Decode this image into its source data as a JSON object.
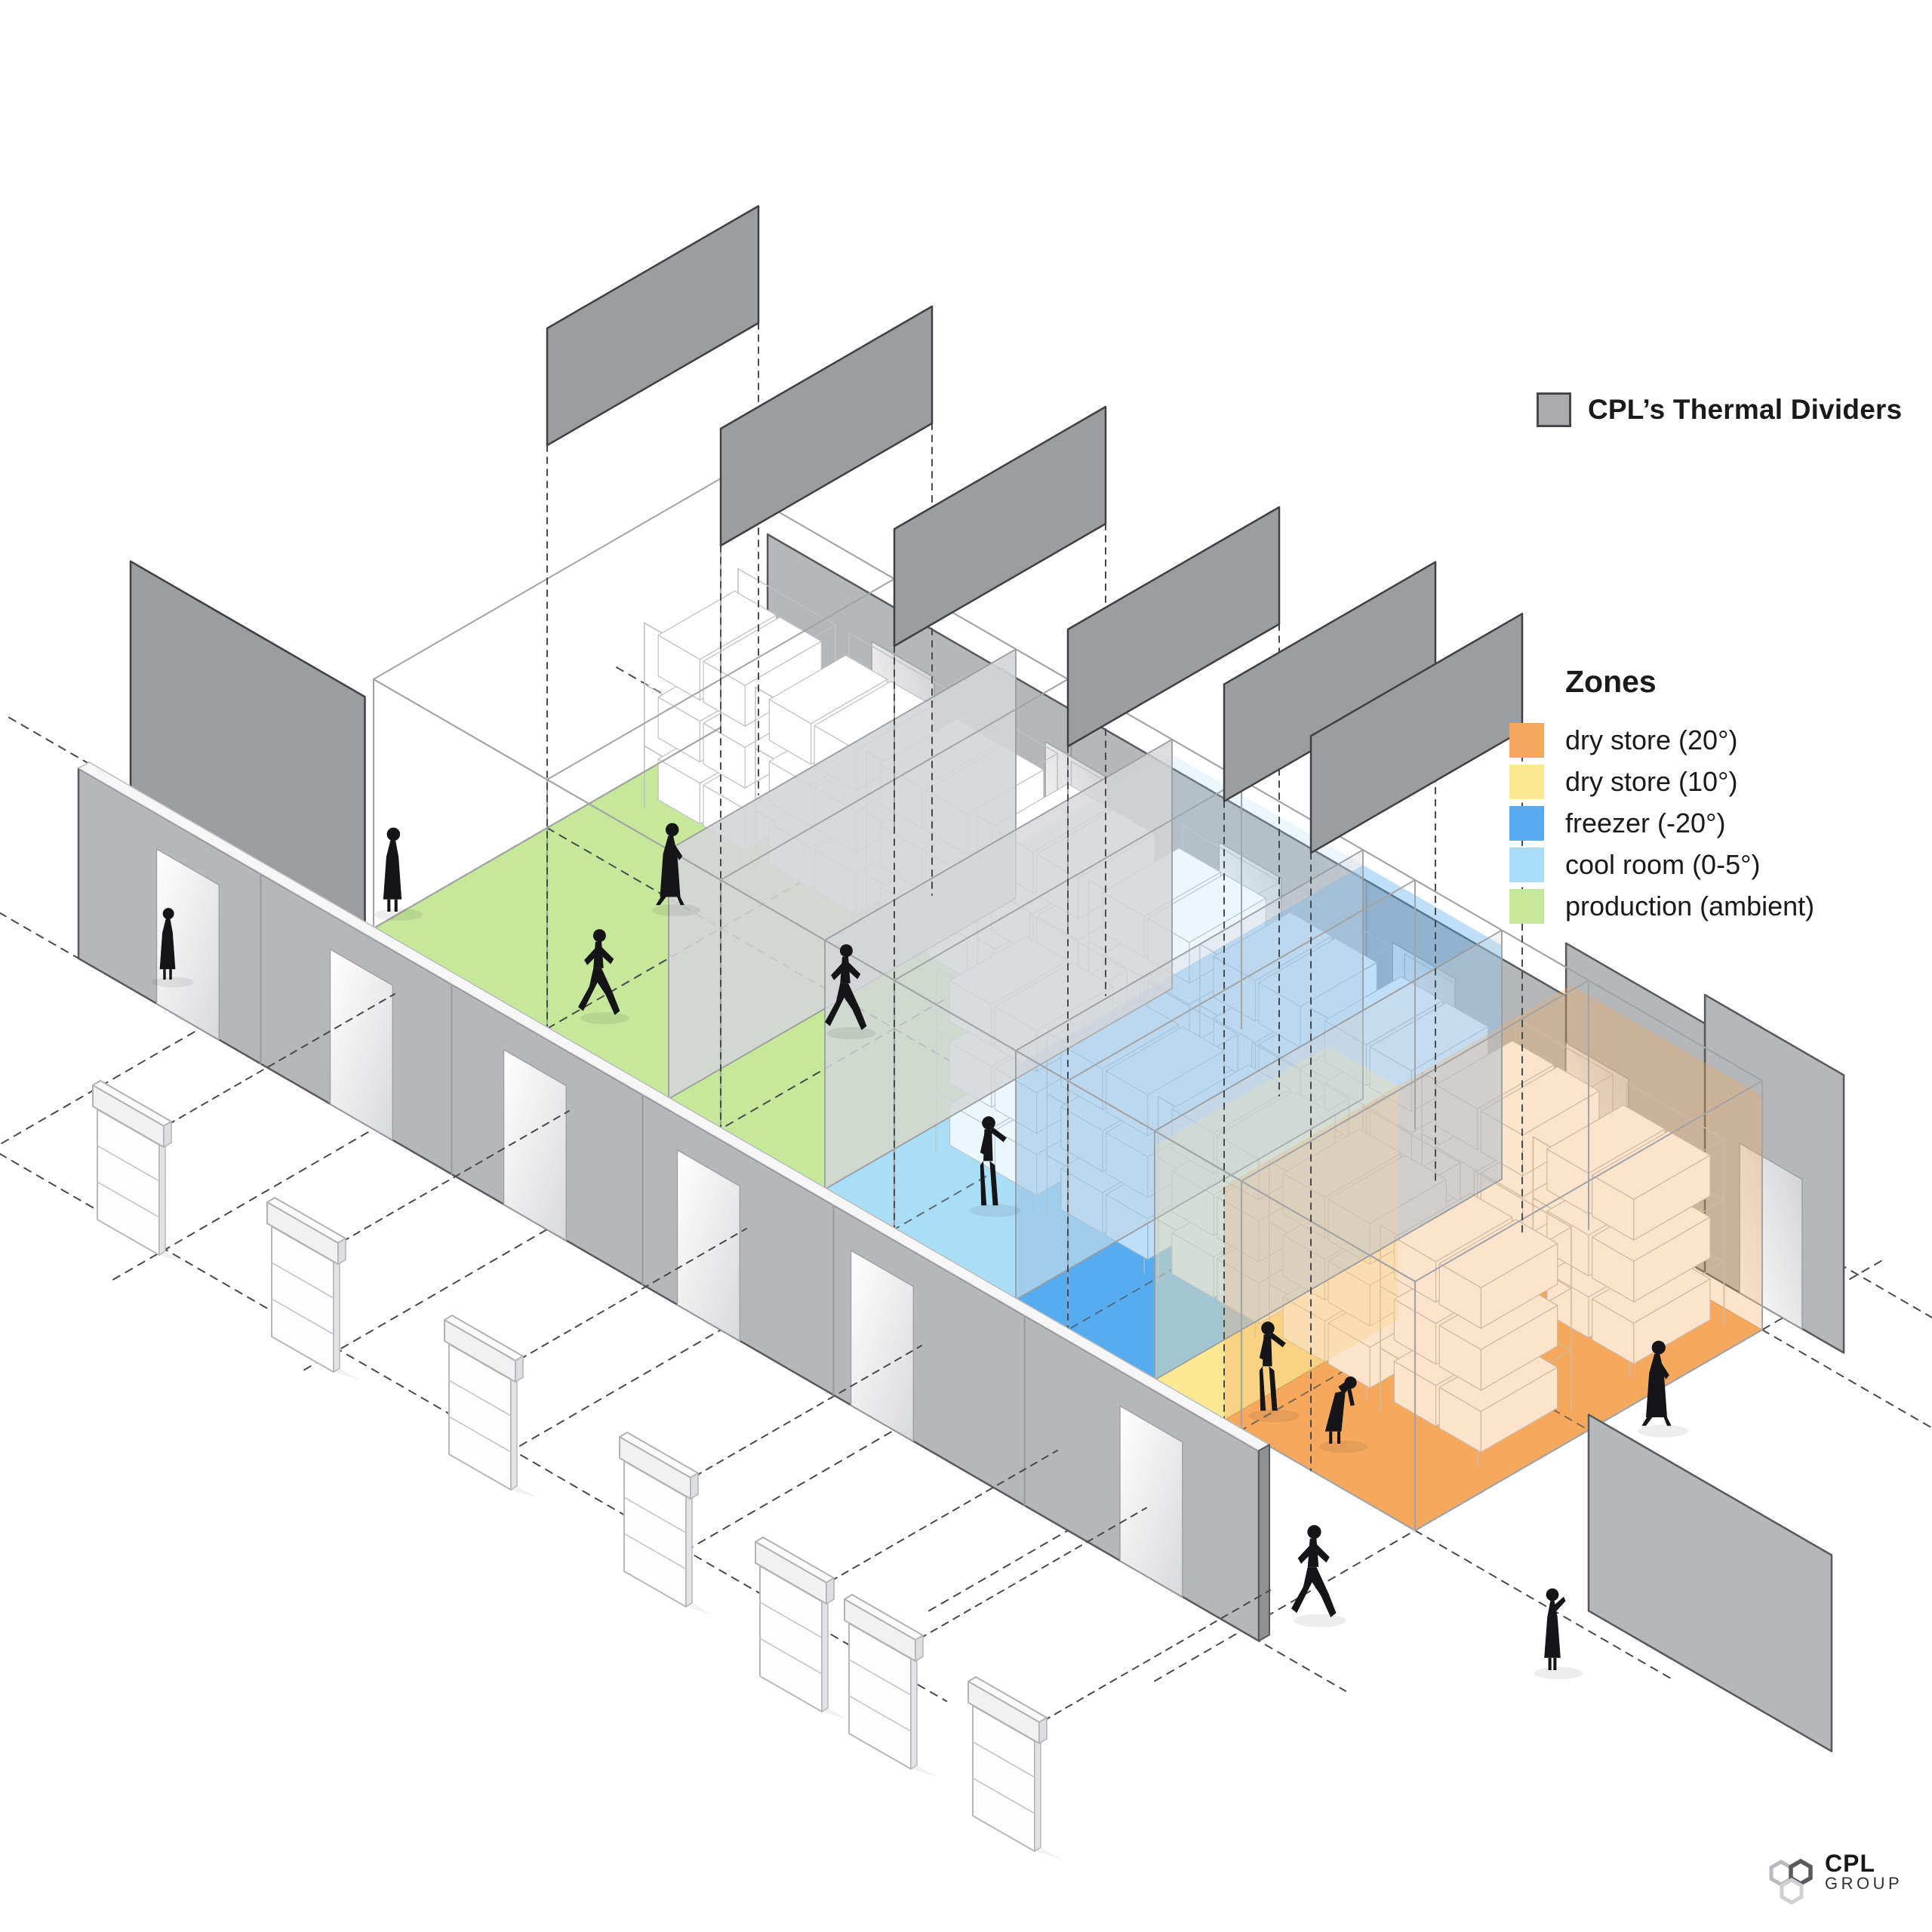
{
  "legend_dividers": {
    "label": "CPL’s Thermal Dividers",
    "swatch_color": "#ababad",
    "swatch_border": "#47484a"
  },
  "zones_legend": {
    "title": "Zones",
    "items": [
      {
        "label": "dry store (20°)",
        "color": "#f6a85e"
      },
      {
        "label": "dry store (10°)",
        "color": "#fbe992"
      },
      {
        "label": "freezer (-20°)",
        "color": "#58abef"
      },
      {
        "label": "cool room (0-5°)",
        "color": "#aadef8"
      },
      {
        "label": "production (ambient)",
        "color": "#c5e89b"
      }
    ]
  },
  "logo": {
    "brand": "CPL",
    "sub": "GROUP"
  },
  "scene": {
    "palette": {
      "panel": "#9c9da0",
      "panel_stroke": "#3f4042",
      "wall": "#b6b7b9",
      "wall_stroke": "#58595b",
      "wall_top": "#f6f6f7",
      "wall_edge": "#8f9092",
      "opening_light": "#ffffff",
      "opening_shade": "#d2d3d5",
      "cage": "#a3a4a6",
      "rack": "#bfc1c3",
      "dash": "#48494b",
      "inner_divider": "#d4d5d7",
      "people": "#151517"
    },
    "floor_zones": [
      {
        "id": "production",
        "label": "production (ambient)",
        "color": "#c5e89b",
        "u1": 0,
        "u2": 2.6,
        "v1": 0,
        "v2": 2,
        "volume": false,
        "tint": 0
      },
      {
        "id": "cool-room",
        "label": "cool room (0-5°)",
        "color": "#aadef8",
        "u1": 2.6,
        "u2": 3.7,
        "v1": 0,
        "v2": 2,
        "volume": true,
        "tint": 0.24
      },
      {
        "id": "freezer",
        "label": "freezer (-20°)",
        "color": "#58abef",
        "u1": 3.7,
        "u2": 4.5,
        "v1": 0,
        "v2": 2,
        "volume": true,
        "tint": 0.38
      },
      {
        "id": "dry-store-10",
        "label": "dry store (10°)",
        "color": "#fbe992",
        "u1": 4.5,
        "u2": 4.9,
        "v1": 0,
        "v2": 1,
        "volume": true,
        "tint": 0.34
      },
      {
        "id": "dry-store-20",
        "label": "dry store (20°)",
        "color": "#f6a85e",
        "u1": 4.9,
        "u2": 6.0,
        "v1": 0,
        "v2": 2,
        "volume": true,
        "tint": 0.32
      }
    ],
    "door_count": 7,
    "floating_panel_count": 6
  }
}
